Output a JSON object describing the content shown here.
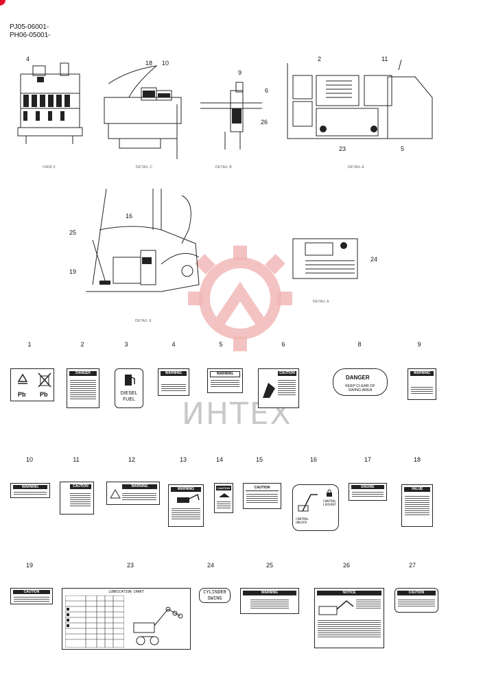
{
  "serials": [
    "PJ05-06001-",
    "PH06-05001-"
  ],
  "captions": {
    "view_z": "VIEW Z",
    "detail_c": "DETAIL C",
    "detail_b": "DETAIL B",
    "detail_a_top": "DETAIL A",
    "detail_e": "DETAIL E",
    "detail_a_mid": "DETAIL A"
  },
  "callouts": {
    "c4": "4",
    "c18": "18",
    "c10": "10",
    "c9": "9",
    "c2": "2",
    "c11": "11",
    "c6": "6",
    "c26": "26",
    "c23": "23",
    "c5": "5",
    "c16": "16",
    "c25": "25",
    "c19": "19",
    "c24": "24"
  },
  "part_numbers_row1": [
    "1",
    "2",
    "3",
    "4",
    "5",
    "6",
    "8",
    "9"
  ],
  "part_numbers_row2": [
    "10",
    "11",
    "12",
    "13",
    "14",
    "15",
    "16",
    "17",
    "18"
  ],
  "part_numbers_row3": [
    "19",
    "23",
    "24",
    "25",
    "26",
    "27"
  ],
  "labels": {
    "l1_pb_left": "Pb",
    "l1_pb_right": "Pb",
    "l2_head": "DANGER",
    "l3_line1": "DIESEL",
    "l3_line2": "FUEL",
    "l4_head": "WARNING",
    "l5_head": "WARNING",
    "l6_head": "CAUTION",
    "l8_danger": "DANGER",
    "l8_line1": "KEEP CLEAR OF",
    "l8_line2": "SWING AREA",
    "l9_head": "WARNING",
    "l10_head": "WARNING",
    "l11_head": "CAUTION",
    "l12_head": "WARNING",
    "l13_head": "WARNING",
    "l14_head": "CAUTION",
    "l15_head": "CAUTION",
    "l16_lock": "CONTROL LOCKOUT",
    "l16_unlock": "CONTROL UNLOCK",
    "l17_head": "ENGINE",
    "l18_head": "VALUE",
    "l19_head": "CAUTION",
    "l23_head": "LUBRICATION CHART",
    "l24_line1": "CYLINDER",
    "l24_line2": "SWING",
    "l25_head": "WARNING",
    "l26_head": "NOTICE",
    "l27_head": "CAUTION"
  },
  "watermark": "ИНТЕХ",
  "colors": {
    "accent": "#e0102a",
    "watermark_red": "#f2b8b8"
  }
}
